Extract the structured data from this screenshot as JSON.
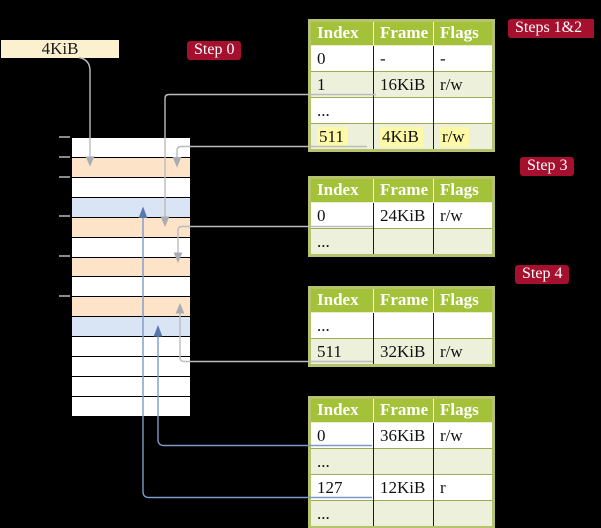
{
  "labels": {
    "page_box": "4KiB",
    "step0": "Step 0",
    "steps12": "Steps 1&2",
    "step3": "Step 3",
    "step4": "Step 4"
  },
  "colors": {
    "badge_red": "#A5102E",
    "table_header_green": "#A3C139",
    "table_border_olive": "#B6C26C",
    "row_tint_green": "#EDF1DB",
    "highlight_yellow": "#FEF9A7",
    "memory_row_orange": "#FDE3C8",
    "memory_row_blue": "#D9E4F4",
    "page_box_cream": "#FBF1CF",
    "connector_gray": "#BCBCBC",
    "connector_blue": "#7E99C7"
  },
  "memory": {
    "rows": [
      "white",
      "orange",
      "white",
      "blue",
      "orange",
      "white",
      "orange",
      "white",
      "orange",
      "blue",
      "white",
      "white",
      "white",
      "white"
    ]
  },
  "tables": [
    {
      "step": "Steps 1&2",
      "headers": [
        "Index",
        "Frame",
        "Flags"
      ],
      "rows": [
        {
          "cells": [
            "0",
            "-",
            "-"
          ],
          "highlight": "false"
        },
        {
          "cells": [
            "1",
            "16KiB",
            "r/w"
          ],
          "highlight": "false"
        },
        {
          "cells": [
            "...",
            "",
            ""
          ],
          "highlight": "false"
        },
        {
          "cells": [
            "511",
            "4KiB",
            "r/w"
          ],
          "highlight": "true"
        }
      ]
    },
    {
      "step": "Step 3",
      "headers": [
        "Index",
        "Frame",
        "Flags"
      ],
      "rows": [
        {
          "cells": [
            "0",
            "24KiB",
            "r/w"
          ],
          "highlight": "false"
        },
        {
          "cells": [
            "...",
            "",
            ""
          ],
          "highlight": "false"
        }
      ]
    },
    {
      "step": "Step 4",
      "headers": [
        "Index",
        "Frame",
        "Flags"
      ],
      "rows": [
        {
          "cells": [
            "...",
            "",
            ""
          ],
          "highlight": "false"
        },
        {
          "cells": [
            "511",
            "32KiB",
            "r/w"
          ],
          "highlight": "false"
        }
      ]
    },
    {
      "step": "",
      "headers": [
        "Index",
        "Frame",
        "Flags"
      ],
      "rows": [
        {
          "cells": [
            "0",
            "36KiB",
            "r/w"
          ],
          "highlight": "false"
        },
        {
          "cells": [
            "...",
            "",
            ""
          ],
          "highlight": "false"
        },
        {
          "cells": [
            "127",
            "12KiB",
            "r"
          ],
          "highlight": "false"
        },
        {
          "cells": [
            "...",
            "",
            ""
          ],
          "highlight": "false"
        }
      ]
    }
  ]
}
